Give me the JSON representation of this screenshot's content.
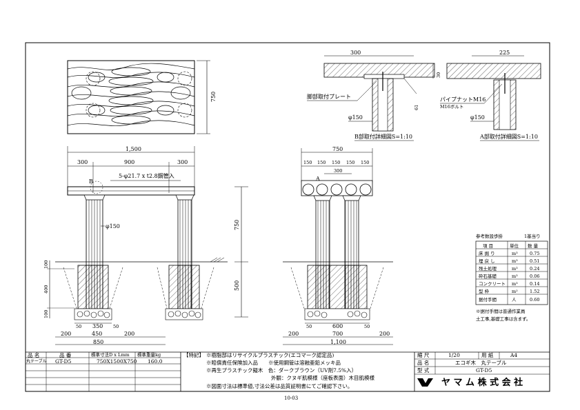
{
  "top_plan": {
    "dim_height": "750"
  },
  "front_view": {
    "dim_overall": "1,500",
    "dim_segments": [
      "300",
      "900",
      "300"
    ],
    "note_bolts": "5-φ21.7 x t2.8鋼管入",
    "marker_b": "B",
    "pipe_dia": "φ150",
    "dim_height": "750",
    "dim_below": "500",
    "dim_side": [
      "100",
      "400",
      "100"
    ],
    "dim_footing": [
      "50",
      "350",
      "50"
    ],
    "dim_footing_bottom": [
      "200",
      "450",
      "200"
    ],
    "dim_footing_total": "850"
  },
  "side_view": {
    "dim_overall": "750",
    "dim_segments": [
      "150",
      "150",
      "150",
      "150",
      "150"
    ],
    "dim_300": "300",
    "marker_a": "A",
    "dim_footing": [
      "50",
      "600",
      "50"
    ],
    "dim_footing_bottom": [
      "200",
      "700",
      "200"
    ],
    "dim_footing_total": "1,100"
  },
  "detail_b": {
    "dim_top": "300",
    "label_plate": "脚部取付プレート",
    "pipe_dia": "φ150",
    "caption": "B部取付詳細図S=1:10"
  },
  "detail_a": {
    "dim_top": "225",
    "dim_30": "30",
    "dim_61": "61",
    "label_nut": "パイプナットM16",
    "label_bolt": "M16ボルト",
    "pipe_dia": "φ150",
    "caption": "A部取付詳細図S=1:10"
  },
  "quantity_table": {
    "title": "参考数設歩掛",
    "unit_note": "1基当り",
    "headers": [
      "項 目",
      "単位",
      "数 量"
    ],
    "rows": [
      [
        "床 掘 り",
        "m³",
        "0.75"
      ],
      [
        "埋 戻 し",
        "m³",
        "0.51"
      ],
      [
        "残土処理",
        "m³",
        "0.24"
      ],
      [
        "砕石基礎",
        "m³",
        "0.06"
      ],
      [
        "コンクリート",
        "m³",
        "0.14"
      ],
      [
        "型   枠",
        "m²",
        "1.52"
      ],
      [
        "据付手間",
        "人",
        "0.60"
      ]
    ],
    "notes": [
      "※据付手間は普通作業員",
      "土工事,基礎工事は含まず。"
    ]
  },
  "title_block": {
    "headers": [
      "品 名",
      "品 番",
      "標準寸法D x Lmm",
      "標準重量kg"
    ],
    "row": [
      "丸テーブル",
      "GT-D5",
      "750X1500X750",
      "160.0"
    ],
    "remarks_label": "【特記】",
    "remarks": [
      "※樹脂部はリサイクルプラスチック(エコマーク認定品)",
      "※賠償責任保険加入品　　※使用鋼管は溶融亜鉛メッキ品",
      "※再生プラスチック擬木　色：ダークブラウン（UV剤7.5%入）",
      "外観：クヌギ肌模様（座板表面）木目肌模様",
      "※図面寸法は標準値,寸法公差は品質証明書にてご確認下さい。"
    ],
    "scale_label": "縮 尺",
    "scale_value": "1/20",
    "paper_label": "用 紙",
    "paper_value": "A4",
    "name_label": "品 名",
    "name_value": "エコギ木　丸テーブル",
    "model_label": "型 式",
    "model_value": "GT-D5",
    "company": "ヤ マ ム 株 式 会 社"
  },
  "page_number": "10-03"
}
